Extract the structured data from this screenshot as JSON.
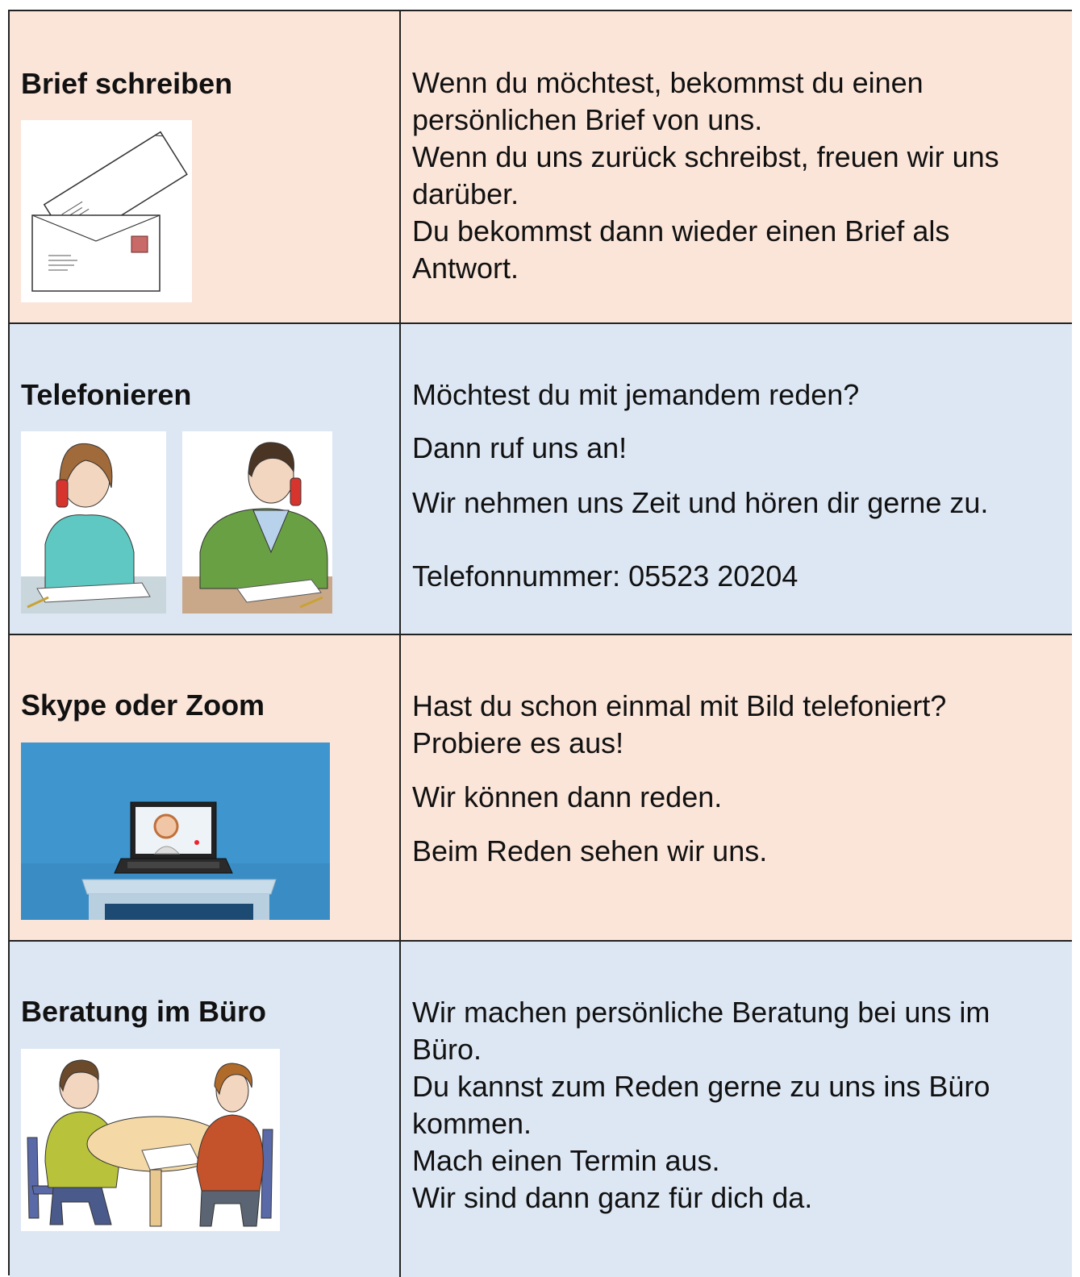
{
  "rows": [
    {
      "heading": "Brief schreiben",
      "illustration": "letter-envelope-illustration",
      "lines": [
        "Wenn du möchtest, bekommst du einen",
        "persönlichen Brief von uns.",
        "Wenn du uns zurück schreibst, freuen wir uns",
        "darüber.",
        "Du bekommst dann wieder einen Brief als",
        "Antwort."
      ]
    },
    {
      "heading": "Telefonieren",
      "illustration": "people-on-phone-illustration",
      "lines": [
        "Möchtest du mit jemandem reden?",
        "Dann ruf uns an!",
        "Wir nehmen uns Zeit und hören dir gerne zu.",
        "Telefonnummer: 05523 20204"
      ]
    },
    {
      "heading": "Skype oder Zoom",
      "illustration": "laptop-video-call-photo",
      "lines": [
        "Hast du schon einmal mit Bild telefoniert?",
        "Probiere es aus!",
        "Wir können dann reden.",
        "Beim Reden sehen wir uns."
      ]
    },
    {
      "heading": "Beratung im Büro",
      "illustration": "office-consultation-illustration",
      "lines": [
        "Wir machen persönliche Beratung bei uns im",
        "Büro.",
        "Du kannst zum Reden gerne zu uns ins Büro",
        "kommen.",
        "Mach einen Termin aus.",
        "Wir sind dann ganz für dich da."
      ]
    }
  ],
  "colors": {
    "peach_row": "#fbe4d8",
    "blue_row": "#dde7f4",
    "border": "#222222"
  }
}
